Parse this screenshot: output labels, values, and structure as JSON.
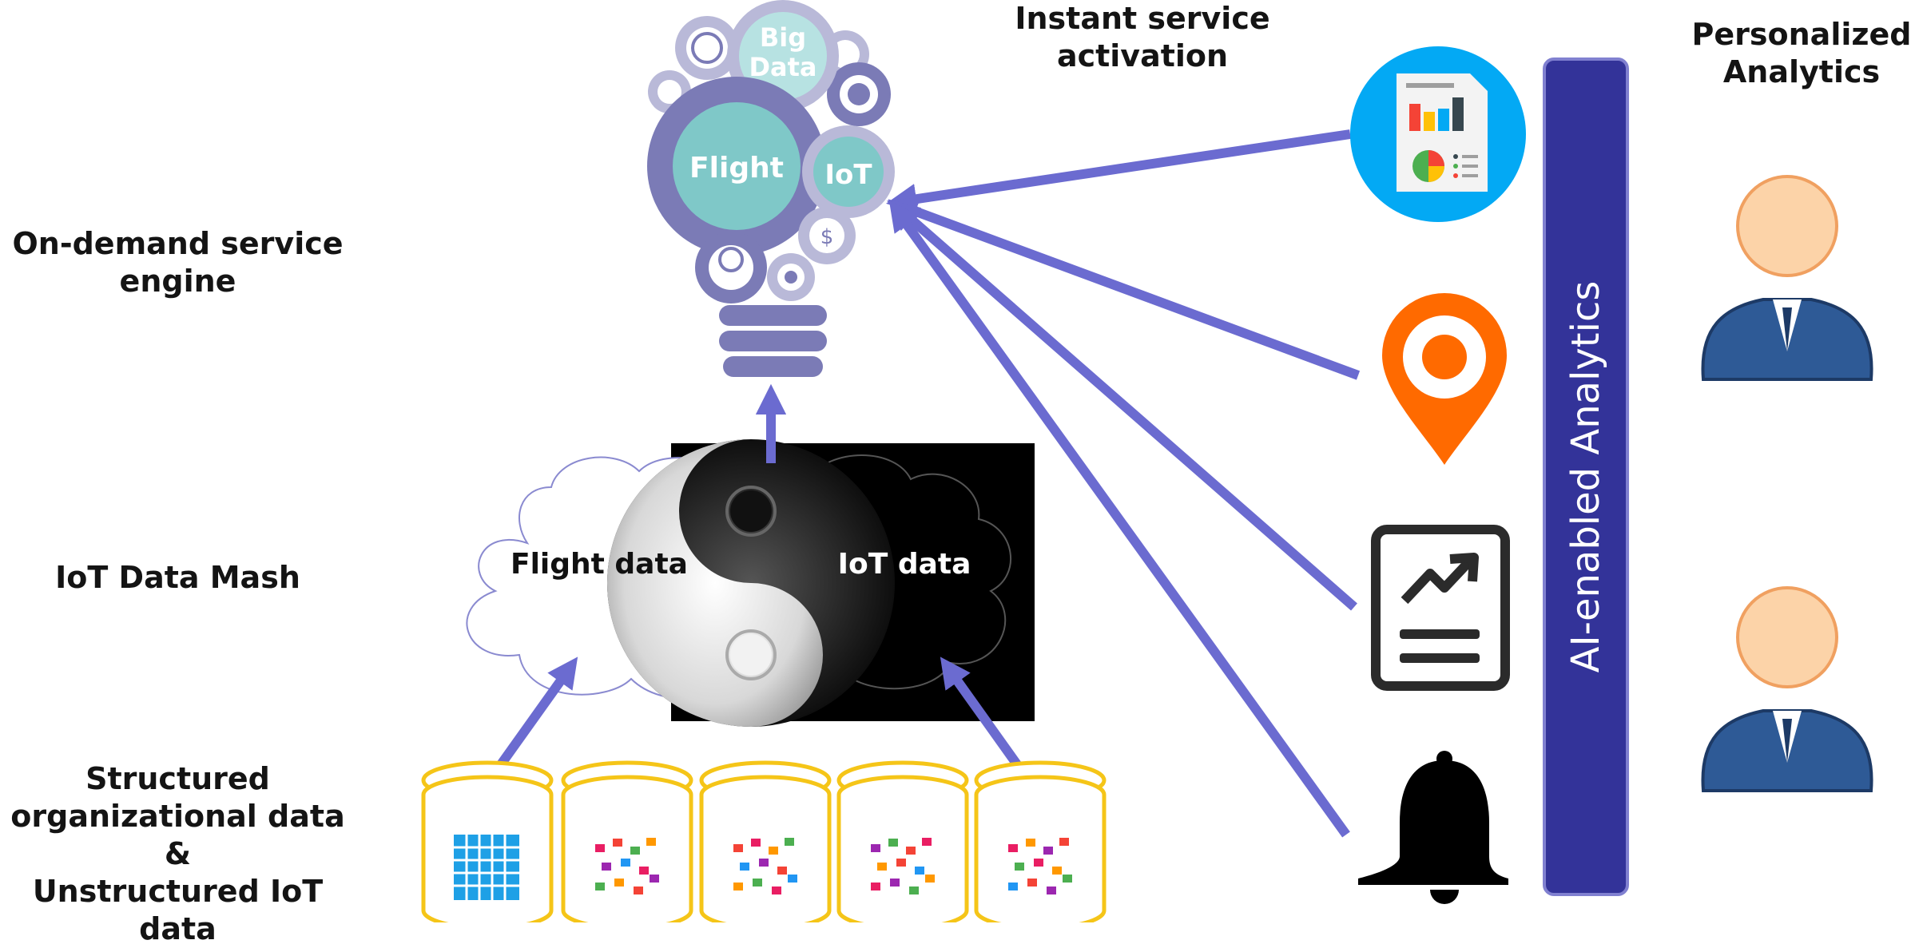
{
  "labels": {
    "instant_service": [
      "Instant service",
      "activation"
    ],
    "personalized": [
      "Personalized",
      "Analytics"
    ],
    "on_demand": [
      "On-demand service",
      "engine"
    ],
    "iot_mash": "IoT Data Mash",
    "structured": [
      "Structured",
      "organizational data",
      "&",
      "Unstructured IoT data"
    ]
  },
  "bulb": {
    "big_data": [
      "Big",
      "Data"
    ],
    "flight": "Flight",
    "iot": "IoT"
  },
  "clouds": {
    "flight_data": "Flight data",
    "iot_data": "IoT data"
  },
  "vertical_bar": "AI-enabled Analytics",
  "colors": {
    "arrow": "#6b6bd0",
    "gear": "#7b7bb6",
    "gear_light": "#b9b9d8",
    "teal": "#7fc8c8",
    "database": "#f5c518",
    "bar": "#333399",
    "report_circle": "#03a9f4",
    "pin": "#ff6a00",
    "person_suit": "#2e5a96",
    "person_face": "#fcd3a8"
  },
  "icons": [
    "report-icon",
    "location-pin-icon",
    "trend-report-icon",
    "bell-icon",
    "person-icon",
    "gear-icon",
    "database-icon",
    "yin-yang-icon"
  ]
}
